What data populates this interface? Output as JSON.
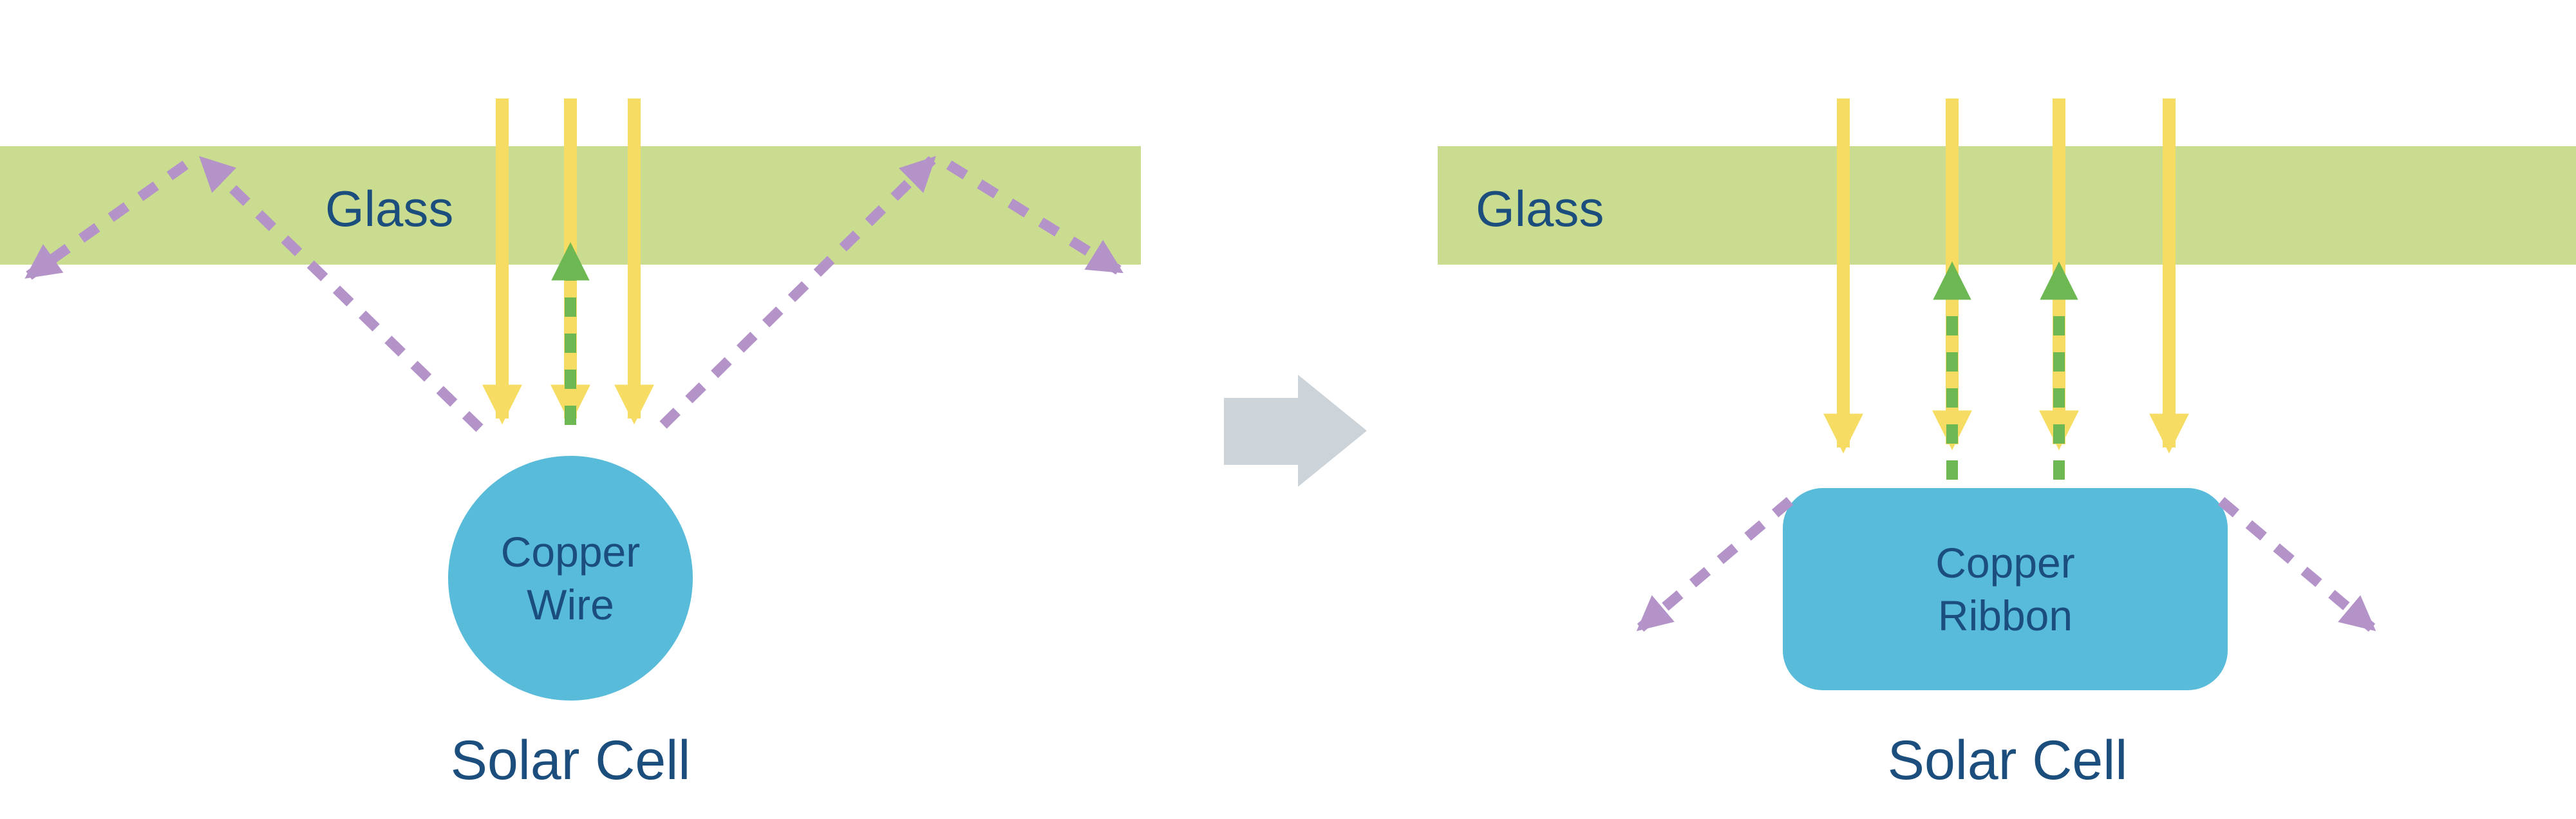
{
  "colors": {
    "background": "#ffffff",
    "glass": "#c9dc90",
    "incident_light_arrow": "#f6dc62",
    "reflected_light_arrow": "#6db853",
    "scattered_light_arrow": "#b493c9",
    "copper_component": "#58bbd9",
    "label_text": "#1b4e7d",
    "transform_arrow": "#ccd3d9"
  },
  "left_diagram": {
    "glass_label": "Glass",
    "component_label_line1": "Copper",
    "component_label_line2": "Wire",
    "caption": "Solar Cell"
  },
  "right_diagram": {
    "glass_label": "Glass",
    "component_label_line1": "Copper",
    "component_label_line2": "Ribbon",
    "caption": "Solar Cell"
  }
}
